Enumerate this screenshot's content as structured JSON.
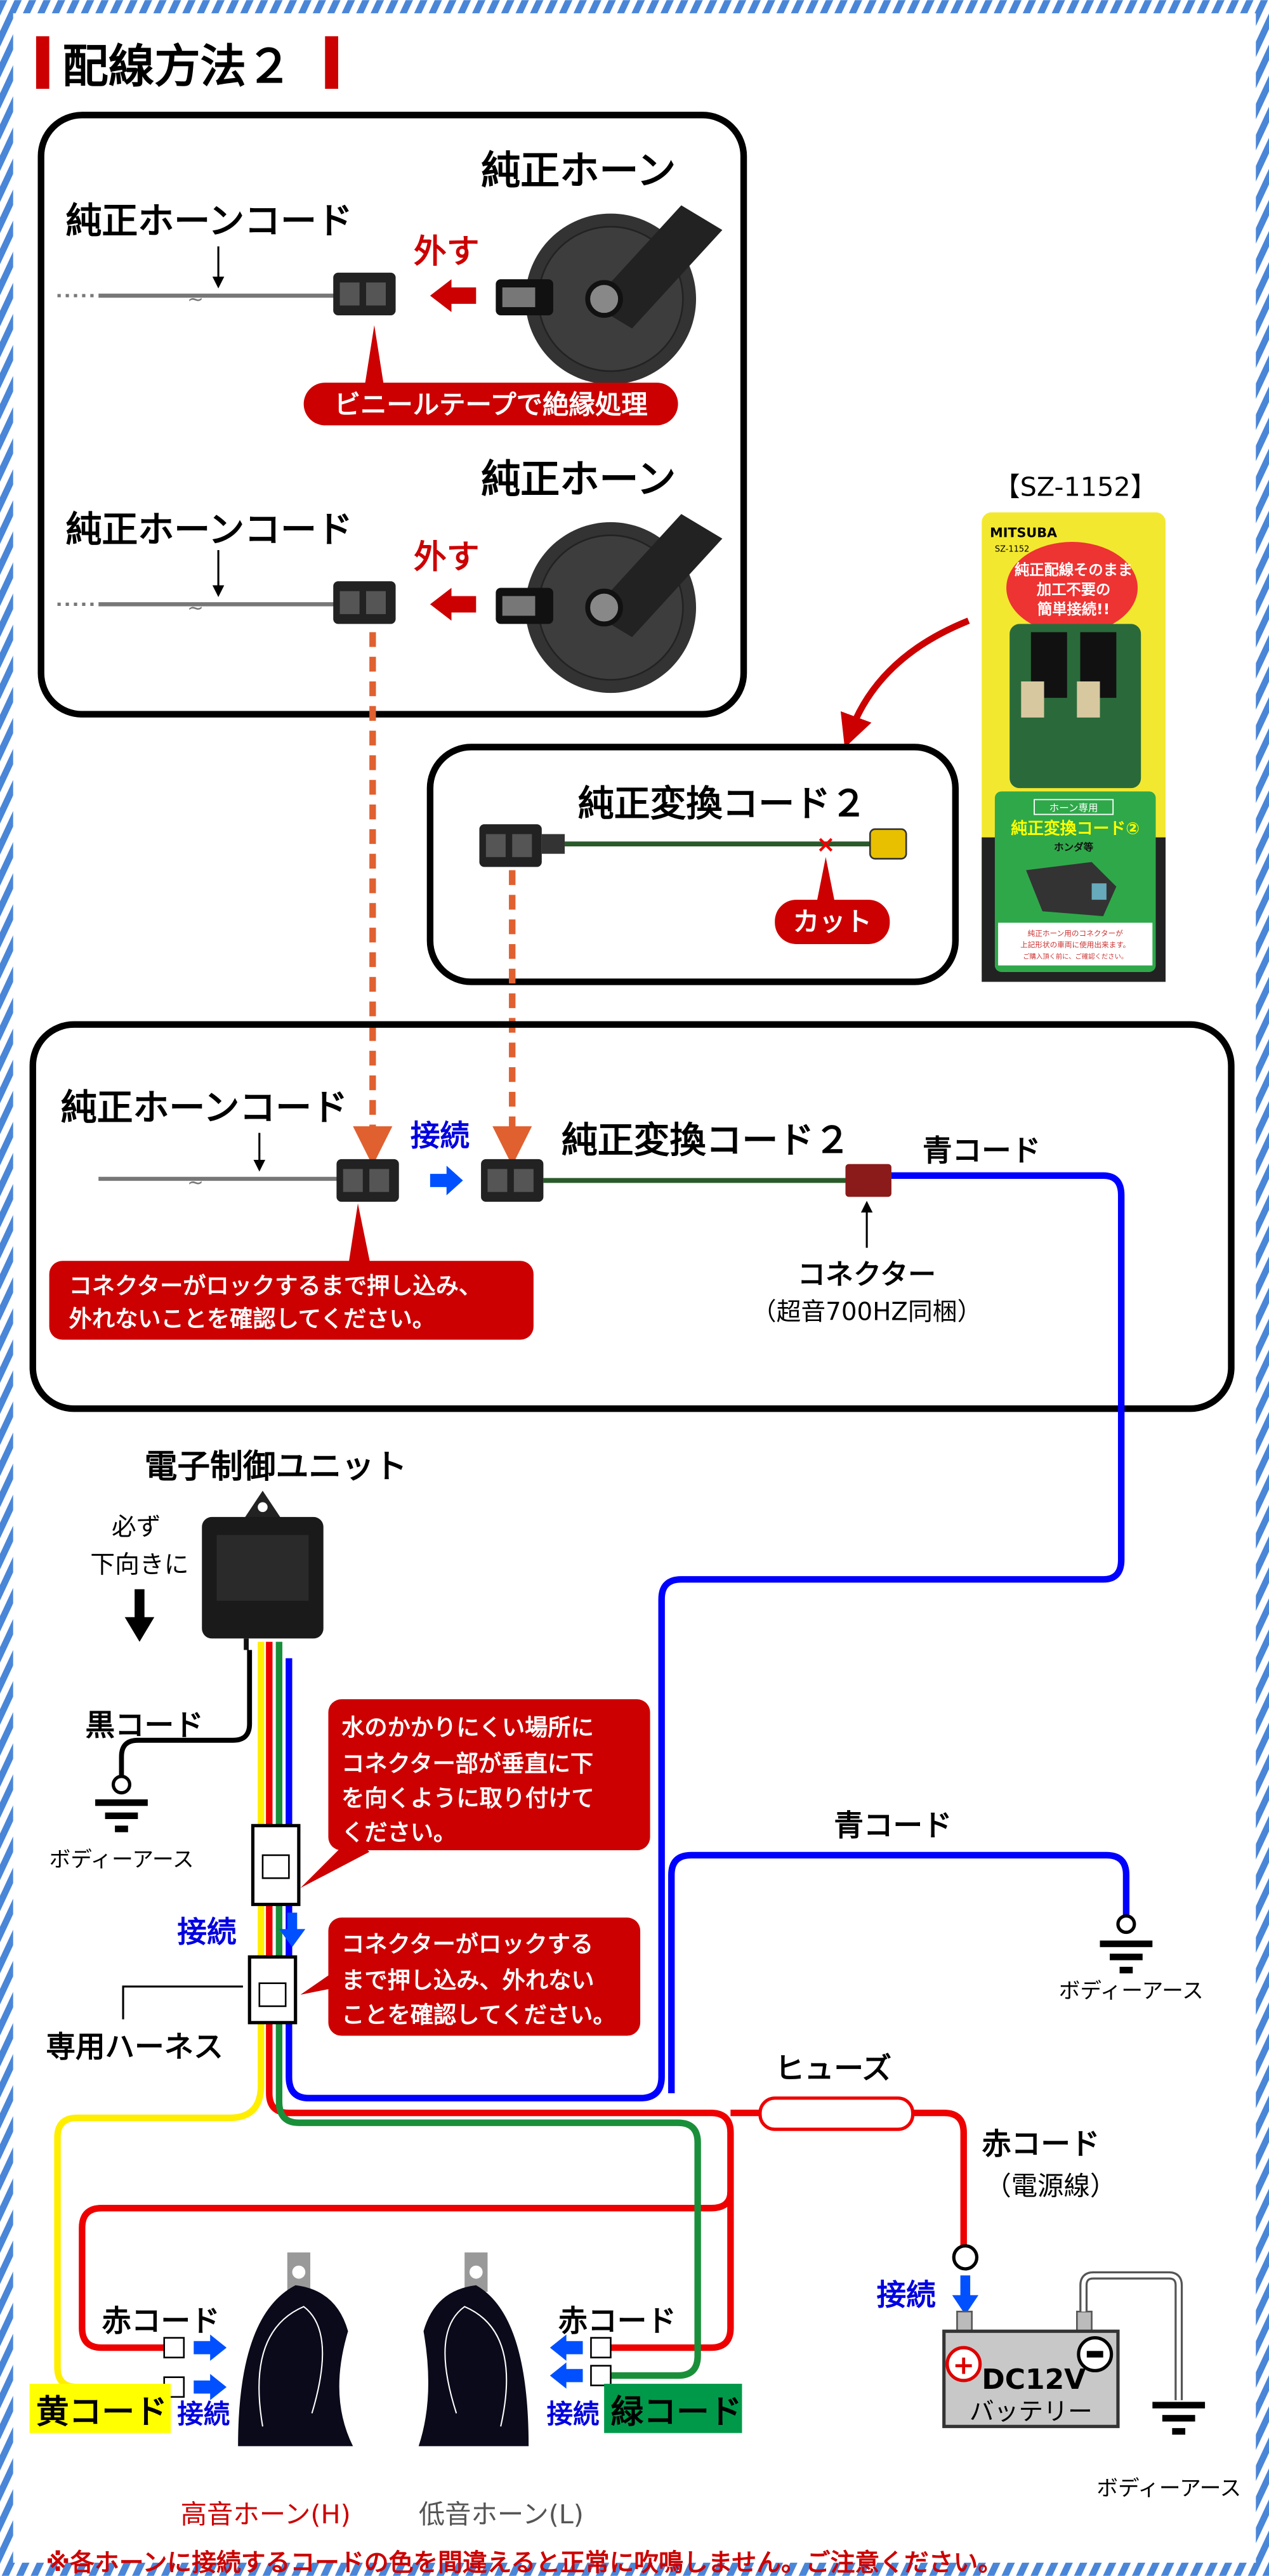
{
  "title": "配線方法２",
  "colors": {
    "stripe": "#4a86d8",
    "red": "#cc0000",
    "blue": "#0000ff",
    "green": "#1a8f3a",
    "yellow": "#ffff00",
    "orange": "#e06030",
    "callout": "#cc0000"
  },
  "box1": {
    "horn_label_1": "純正ホーン",
    "cord_label_1": "純正ホーンコード",
    "remove_1": "外す",
    "tape_callout": "ビニールテープで絶縁処理",
    "horn_label_2": "純正ホーン",
    "cord_label_2": "純正ホーンコード",
    "remove_2": "外す"
  },
  "product": {
    "code_label": "【SZ-1152】",
    "brand": "MITSUBA",
    "model": "SZ-1152",
    "catch1": "純正配線そのまま",
    "catch2": "加工不要の",
    "catch3": "簡単接続!!",
    "tag": "ホーン専用",
    "name": "純正変換コード②",
    "maker": "ホンダ等",
    "note1": "純正ホーン用のコネクターが",
    "note2": "上記形状の車両に使用出来ます。",
    "note3": "ご購入頂く前に、ご確認ください。"
  },
  "box2": {
    "cord_label": "純正変換コード２",
    "cut_label": "カット"
  },
  "box3": {
    "horn_cord_label": "純正ホーンコード",
    "connect": "接続",
    "conv_cord_label": "純正変換コード２",
    "blue_cord": "青コード",
    "connector_label": "コネクター",
    "connector_note": "（超音700HZ同梱）",
    "lock_callout_1": "コネクターがロックするまで押し込み、",
    "lock_callout_2": "外れないことを確認してください。"
  },
  "ecu": {
    "title": "電子制御ユニット",
    "must1": "必ず",
    "must2": "下向きに",
    "black_cord": "黒コード",
    "body_earth": "ボディーアース",
    "water_callout": [
      "水のかかりにくい場所に",
      "コネクター部が垂直に下",
      "を向くように取り付けて",
      "ください。"
    ],
    "connect": "接続",
    "harness": "専用ハーネス",
    "lock_callout": [
      "コネクターがロックする",
      "まで押し込み、外れない",
      "ことを確認してください。"
    ]
  },
  "right": {
    "blue_cord": "青コード",
    "body_earth": "ボディーアース",
    "fuse": "ヒューズ",
    "red_cord": "赤コード",
    "power_line": "（電源線）",
    "connect": "接続"
  },
  "battery": {
    "voltage": "DC12V",
    "label": "バッテリー",
    "body_earth": "ボディーアース"
  },
  "horns": {
    "red_cord_left": "赤コード",
    "red_cord_right": "赤コード",
    "yellow_cord": "黄コード",
    "green_cord": "緑コード",
    "connect_left": "接続",
    "connect_right": "接続",
    "high": "高音ホーン(H)",
    "low": "低音ホーン(L)"
  },
  "footer_note": "※各ホーンに接続するコードの色を間違えると正常に吹鳴しません。ご注意ください。"
}
